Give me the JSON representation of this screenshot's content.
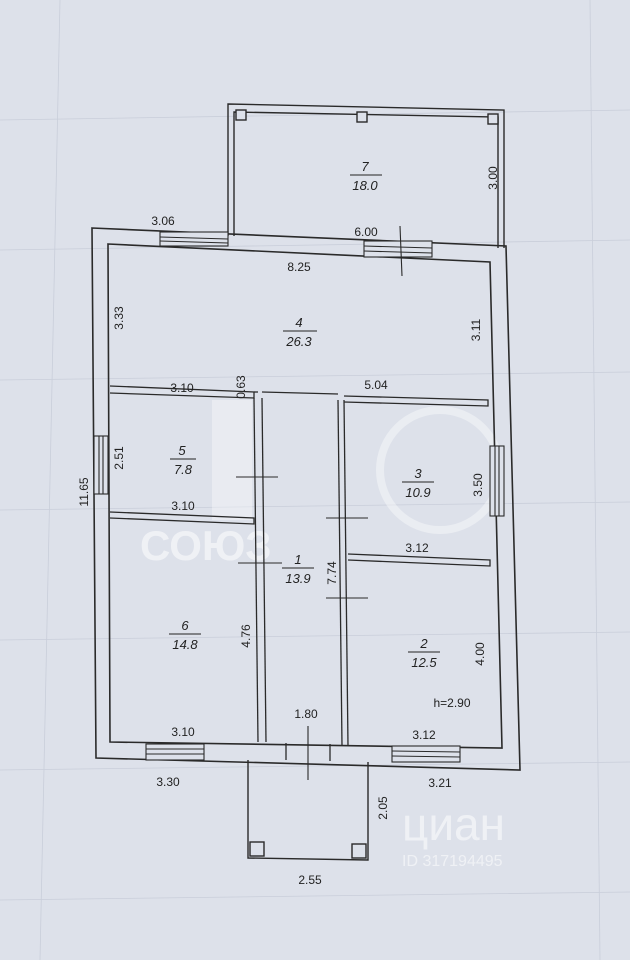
{
  "rooms": [
    {
      "id": "7",
      "area": "18.0"
    },
    {
      "id": "4",
      "area": "26.3"
    },
    {
      "id": "5",
      "area": "7.8"
    },
    {
      "id": "3",
      "area": "10.9"
    },
    {
      "id": "1",
      "area": "13.9"
    },
    {
      "id": "6",
      "area": "14.8"
    },
    {
      "id": "2",
      "area": "12.5"
    }
  ],
  "dimensions": {
    "room7_right": "3.00",
    "top_left": "3.06",
    "top_mid": "6.00",
    "room4_width": "8.25",
    "room4_left": "3.33",
    "room4_right": "3.11",
    "room5_top": "3.10",
    "corridor_small": "0.63",
    "room3_top": "5.04",
    "room5_left": "2.51",
    "total_height": "11.65",
    "room3_right": "3.50",
    "room5_bottom": "3.10",
    "room2_top": "3.12",
    "corridor_len": "7.74",
    "room6_height": "4.76",
    "room2_right": "4.00",
    "ceiling": "h=2.90",
    "corridor_width": "1.80",
    "room6_bottom": "3.10",
    "room2_bottom": "3.12",
    "bottom_left": "3.30",
    "bottom_right": "3.21",
    "porch_depth": "2.05",
    "porch_width": "2.55"
  },
  "watermark": {
    "brand": "циан",
    "id": "ID 317194495",
    "logo": "СОЮЗ"
  },
  "colors": {
    "paper": "#dde1ea",
    "line": "#2a2a2a"
  }
}
